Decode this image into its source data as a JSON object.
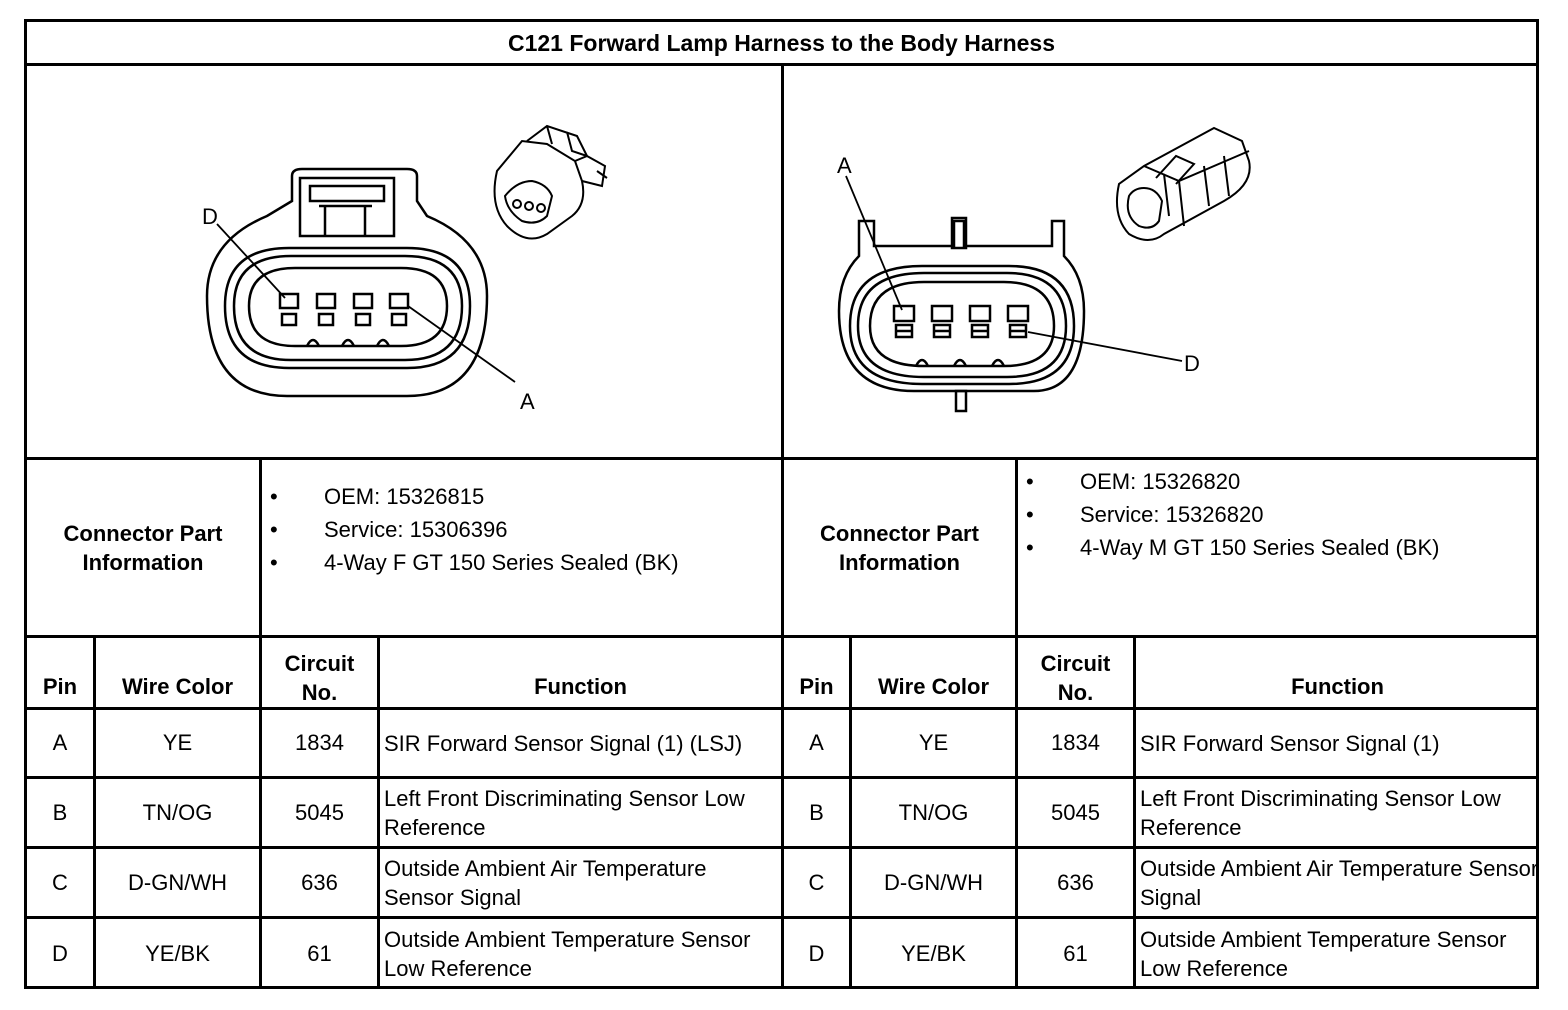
{
  "title": "C121 Forward Lamp Harness to the Body Harness",
  "diagrams": {
    "left": {
      "labels": [
        "D",
        "A"
      ]
    },
    "right": {
      "labels": [
        "A",
        "D"
      ]
    }
  },
  "connectors": [
    {
      "part_label": "Connector Part Information",
      "part_info": [
        "OEM: 15326815",
        "Service: 15306396",
        "4-Way F GT 150 Series Sealed (BK)"
      ],
      "headers": {
        "pin": "Pin",
        "wire_color": "Wire Color",
        "circuit": "Circuit No.",
        "function": "Function"
      },
      "rows": [
        {
          "pin": "A",
          "wire": "YE",
          "circuit": "1834",
          "function": "SIR Forward Sensor Signal (1) (LSJ)"
        },
        {
          "pin": "B",
          "wire": "TN/OG",
          "circuit": "5045",
          "function": "Left Front Discriminating Sensor Low Reference"
        },
        {
          "pin": "C",
          "wire": "D-GN/WH",
          "circuit": "636",
          "function": "Outside Ambient Air Temperature Sensor Signal"
        },
        {
          "pin": "D",
          "wire": "YE/BK",
          "circuit": "61",
          "function": "Outside Ambient Temperature Sensor Low Reference"
        }
      ]
    },
    {
      "part_label": "Connector Part Information",
      "part_info": [
        "OEM: 15326820",
        "Service: 15326820",
        "4-Way M GT 150 Series Sealed (BK)"
      ],
      "headers": {
        "pin": "Pin",
        "wire_color": "Wire Color",
        "circuit": "Circuit No.",
        "function": "Function"
      },
      "rows": [
        {
          "pin": "A",
          "wire": "YE",
          "circuit": "1834",
          "function": "SIR Forward Sensor Signal (1)"
        },
        {
          "pin": "B",
          "wire": "TN/OG",
          "circuit": "5045",
          "function": "Left Front Discriminating Sensor Low Reference"
        },
        {
          "pin": "C",
          "wire": "D-GN/WH",
          "circuit": "636",
          "function": "Outside Ambient Air Temperature Sensor Signal"
        },
        {
          "pin": "D",
          "wire": "YE/BK",
          "circuit": "61",
          "function": "Outside Ambient Temperature Sensor Low Reference"
        }
      ]
    }
  ],
  "bullet": "•"
}
